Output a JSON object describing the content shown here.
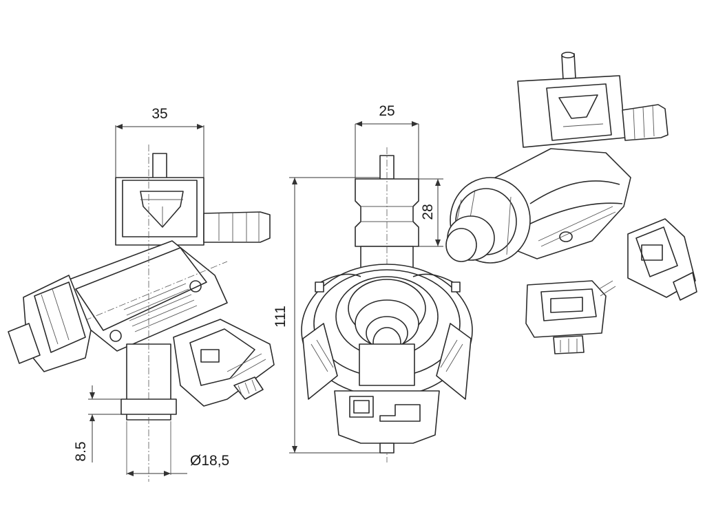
{
  "dimensions": {
    "width_top_left": "35",
    "height_small": "8.5",
    "diameter": "Ø18,5",
    "width_top_middle": "25",
    "height_middle": "28",
    "height_total": "111"
  },
  "colors": {
    "line": "#2b2b2b",
    "background": "#ffffff"
  }
}
